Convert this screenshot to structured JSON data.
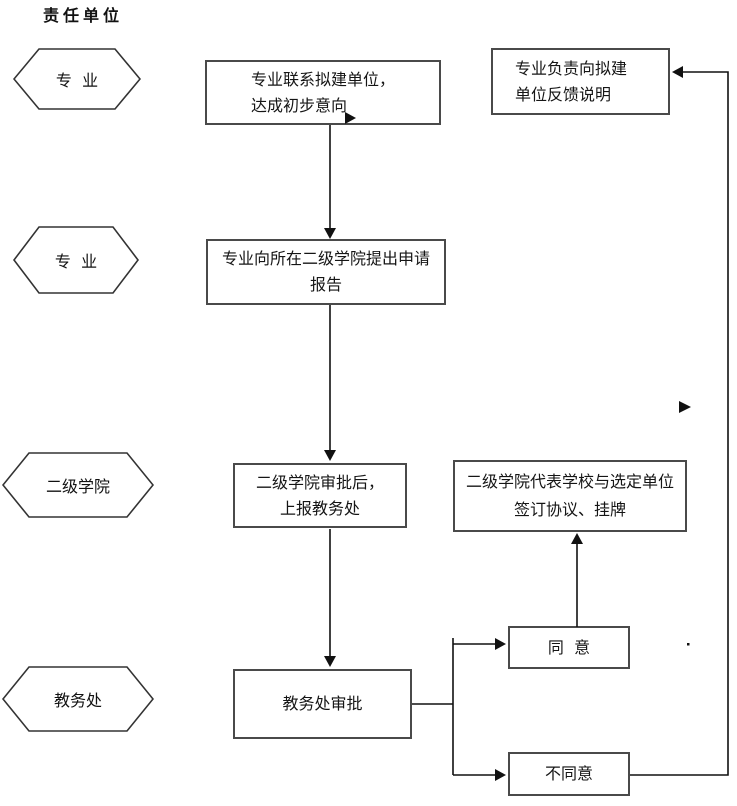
{
  "title": "责任单位",
  "colors": {
    "line": "#111111",
    "box_border": "#4a4a4a",
    "text": "#1a1a1a"
  },
  "lanes": [
    {
      "id": "major-1",
      "label": "专  业"
    },
    {
      "id": "major-2",
      "label": "专  业"
    },
    {
      "id": "college",
      "label": "二级学院"
    },
    {
      "id": "office",
      "label": "教务处"
    }
  ],
  "nodes": {
    "contact": {
      "line1": "专业联系拟建单位，",
      "line2": "达成初步意向"
    },
    "feedback": {
      "line1": "专业负责向拟建",
      "line2": "单位反馈说明"
    },
    "apply": {
      "line1": "专业向所在二级学院提出申请",
      "line2": "报告"
    },
    "college_review": {
      "line1": "二级学院审批后，",
      "line2": "上报教务处"
    },
    "sign": {
      "line1": "二级学院代表学校与选定单位",
      "line2": "签订协议、挂牌"
    },
    "office_review": {
      "label": "教务处审批"
    },
    "agree": {
      "label": "同  意"
    },
    "disagree": {
      "label": "不同意"
    }
  }
}
